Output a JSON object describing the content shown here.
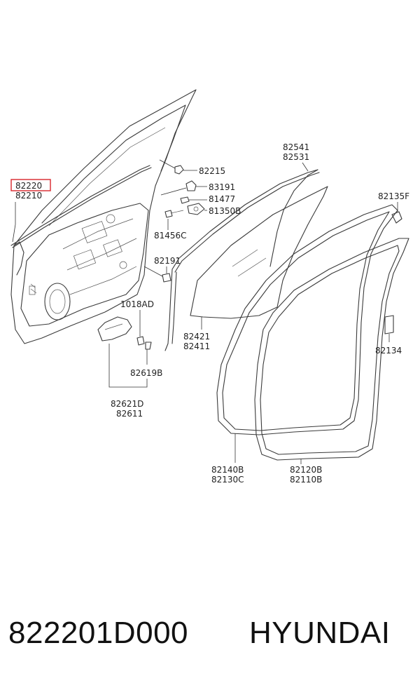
{
  "labels": {
    "l_82220": "82220",
    "l_82210": "82210",
    "l_82215": "82215",
    "l_83191": "83191",
    "l_81477": "81477",
    "l_81350B": "81350B",
    "l_81456C": "81456C",
    "l_82191": "82191",
    "l_1018AD": "1018AD",
    "l_82619B": "82619B",
    "l_82621D": "82621D",
    "l_82611": "82611",
    "l_82541": "82541",
    "l_82531": "82531",
    "l_82421": "82421",
    "l_82411": "82411",
    "l_82135F": "82135F",
    "l_82134": "82134",
    "l_82140B": "82140B",
    "l_82130C": "82130C",
    "l_82120B": "82120B",
    "l_82110B": "82110B"
  },
  "footer": {
    "part_number": "822201D000",
    "brand": "HYUNDAI"
  },
  "colors": {
    "highlight": "#d9262c",
    "line": "#3a3a3a"
  }
}
